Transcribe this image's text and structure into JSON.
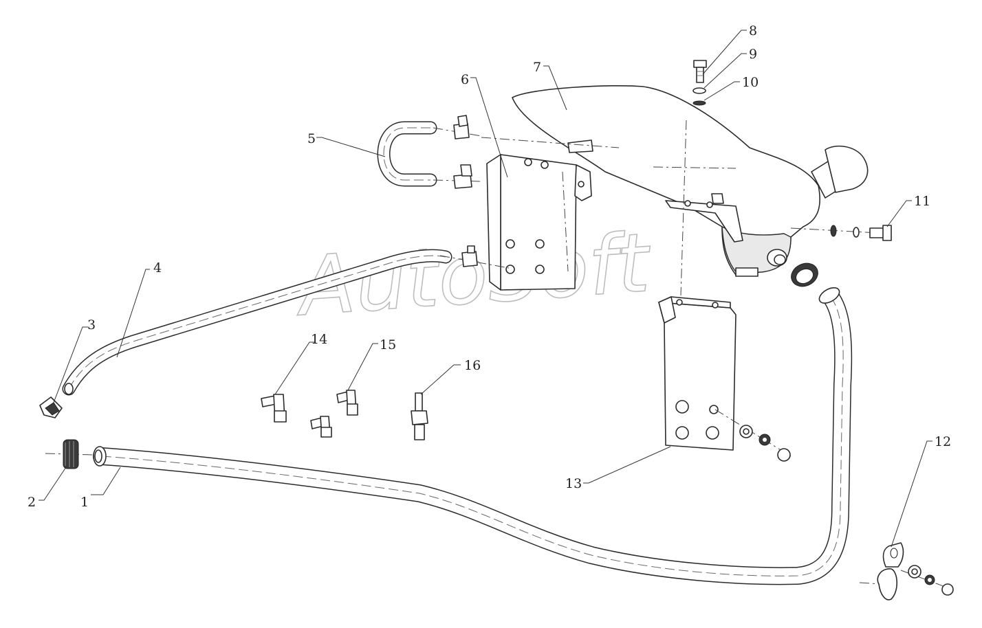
{
  "watermark": "AutoSoft",
  "callouts": {
    "c1": "1",
    "c2": "2",
    "c3": "3",
    "c4": "4",
    "c5": "5",
    "c6": "6",
    "c7": "7",
    "c8": "8",
    "c9": "9",
    "c10": "10",
    "c11": "11",
    "c12": "12",
    "c13": "13",
    "c14": "14",
    "c15": "15",
    "c16": "16"
  }
}
